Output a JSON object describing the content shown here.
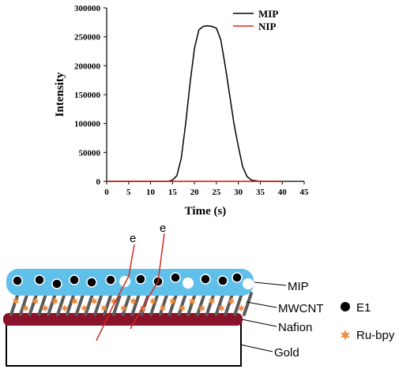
{
  "chart_data": {
    "type": "line",
    "xlabel": "Time (s)",
    "ylabel": "Intensity",
    "xlim": [
      0,
      45
    ],
    "ylim": [
      0,
      300000
    ],
    "xticks": [
      "0",
      "5",
      "10",
      "15",
      "20",
      "25",
      "30",
      "35",
      "40",
      "45"
    ],
    "yticks": [
      "0",
      "50000",
      "100000",
      "150000",
      "200000",
      "250000",
      "300000"
    ],
    "legend_position": "top-right",
    "grid": false,
    "series": [
      {
        "name": "MIP",
        "color": "#000000",
        "points": [
          [
            0,
            0
          ],
          [
            14,
            0
          ],
          [
            15,
            2000
          ],
          [
            16,
            10000
          ],
          [
            17,
            40000
          ],
          [
            18,
            100000
          ],
          [
            19,
            170000
          ],
          [
            20,
            230000
          ],
          [
            21,
            262000
          ],
          [
            22,
            268000
          ],
          [
            23,
            269000
          ],
          [
            24,
            268000
          ],
          [
            25,
            265000
          ],
          [
            26,
            245000
          ],
          [
            27,
            200000
          ],
          [
            28,
            150000
          ],
          [
            29,
            100000
          ],
          [
            30,
            60000
          ],
          [
            31,
            25000
          ],
          [
            32,
            8000
          ],
          [
            33,
            2000
          ],
          [
            35,
            0
          ],
          [
            40,
            0
          ]
        ]
      },
      {
        "name": "NIP",
        "color": "#e8221c",
        "points": [
          [
            0,
            0
          ],
          [
            40,
            0
          ]
        ]
      }
    ]
  },
  "diagram": {
    "electron_label_1": "e",
    "electron_label_2": "e",
    "layer_labels": {
      "mip": "MIP",
      "mwcnt": "MWCNT",
      "nafion": "Nafion",
      "gold": "Gold"
    },
    "legend": {
      "e1": "E1",
      "ru_bpy": "Ru-bpy"
    },
    "colors": {
      "mip_layer": "#5fc0ea",
      "nafion_layer": "#8a1329",
      "ru_bpy_marker": "#f08a3c",
      "electron_line": "#d42a1f",
      "e1_marker": "#000000"
    }
  }
}
